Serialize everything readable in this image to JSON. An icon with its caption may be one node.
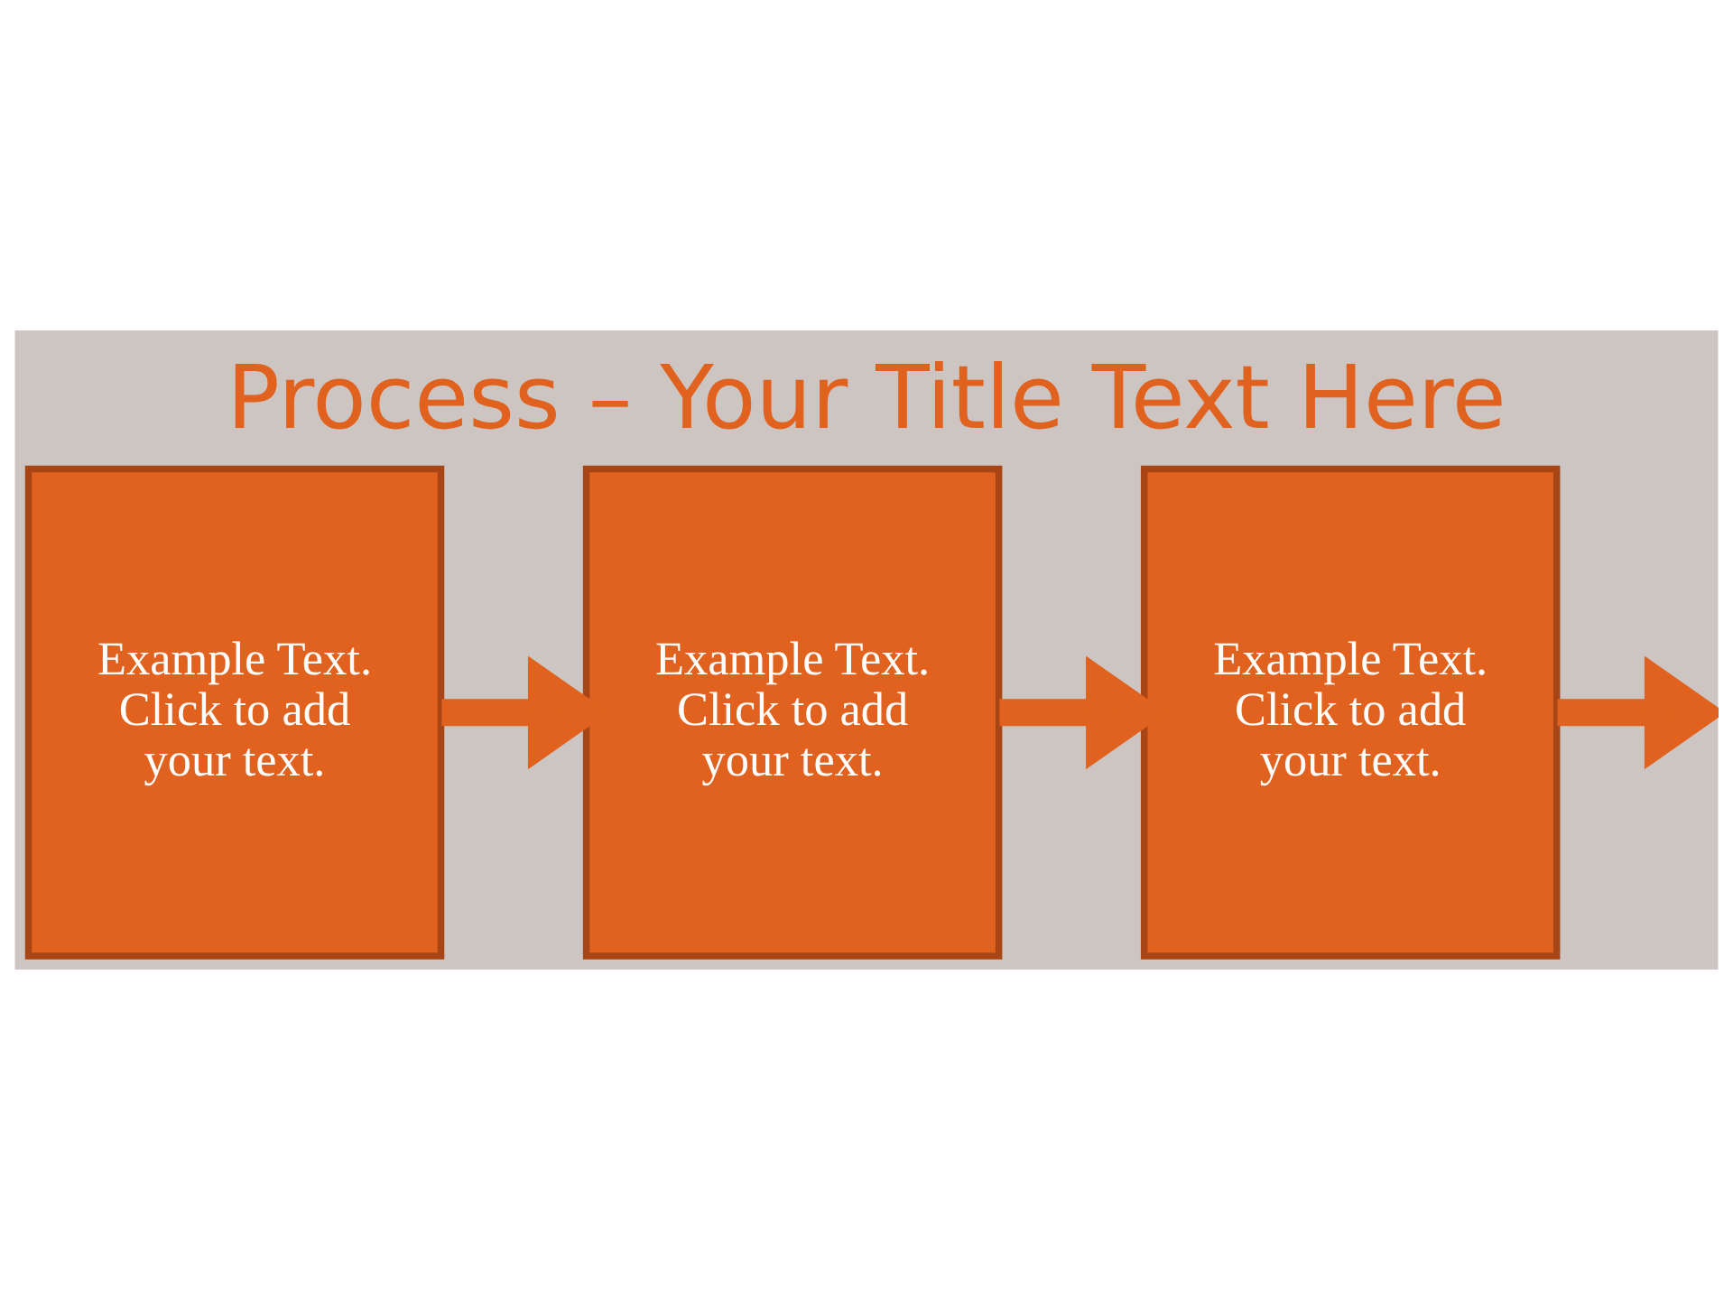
{
  "diagram": {
    "title": "Process – Your Title Text Here",
    "nodes": [
      {
        "text": [
          "Example Text. Click to add your text."
        ]
      },
      {
        "text": [
          "Example Text. Click to add your text."
        ]
      },
      {
        "text": [
          "Example Text. Click to add your text."
        ]
      }
    ],
    "edges": [
      {
        "from": 0,
        "to": 1,
        "arrow": "to"
      },
      {
        "from": 1,
        "to": 2,
        "arrow": "to"
      },
      {
        "from": 2,
        "to": null,
        "arrow": "to"
      }
    ]
  }
}
